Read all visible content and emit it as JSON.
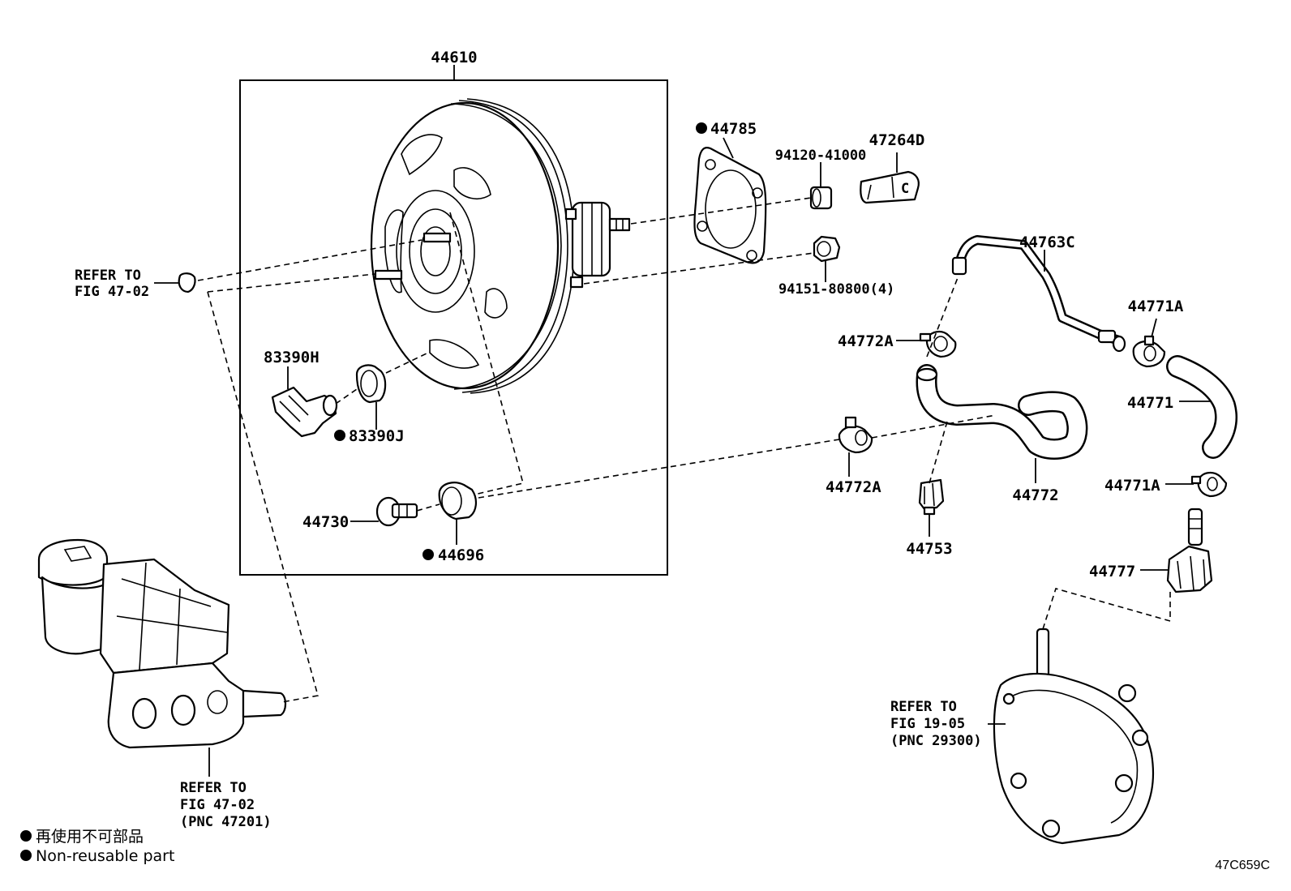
{
  "assembly": {
    "booster_number": "44610"
  },
  "callouts": {
    "gasket": "44785",
    "nut_top": "94120-41000",
    "bracket": "47264D",
    "nut_bottom": "94151-80800(4)",
    "check_valve": "83390H",
    "grommet_check_valve": "83390J",
    "hose_fitting": "44730",
    "grommet_fitting": "44696",
    "tube": "44763C",
    "clamp_upper_left": "44772A",
    "clamp_lower_left": "44772A",
    "hose_main": "44772",
    "hose_bracket": "44753",
    "clamp_upper_right": "44771A",
    "hose_right": "44771",
    "clamp_lower_right": "44771A",
    "connector": "44777"
  },
  "references": {
    "booster_ref": [
      "REFER TO",
      "FIG 47-02"
    ],
    "master_cylinder_ref": [
      "REFER TO",
      "FIG 47-02",
      "(PNC 47201)"
    ],
    "vacuum_pump_ref": [
      "REFER TO",
      "FIG 19-05",
      "(PNC 29300)"
    ]
  },
  "legend": {
    "non_reusable_jp": "再使用不可部品",
    "non_reusable_en": "Non-reusable part"
  },
  "figure_code": "47C659C"
}
